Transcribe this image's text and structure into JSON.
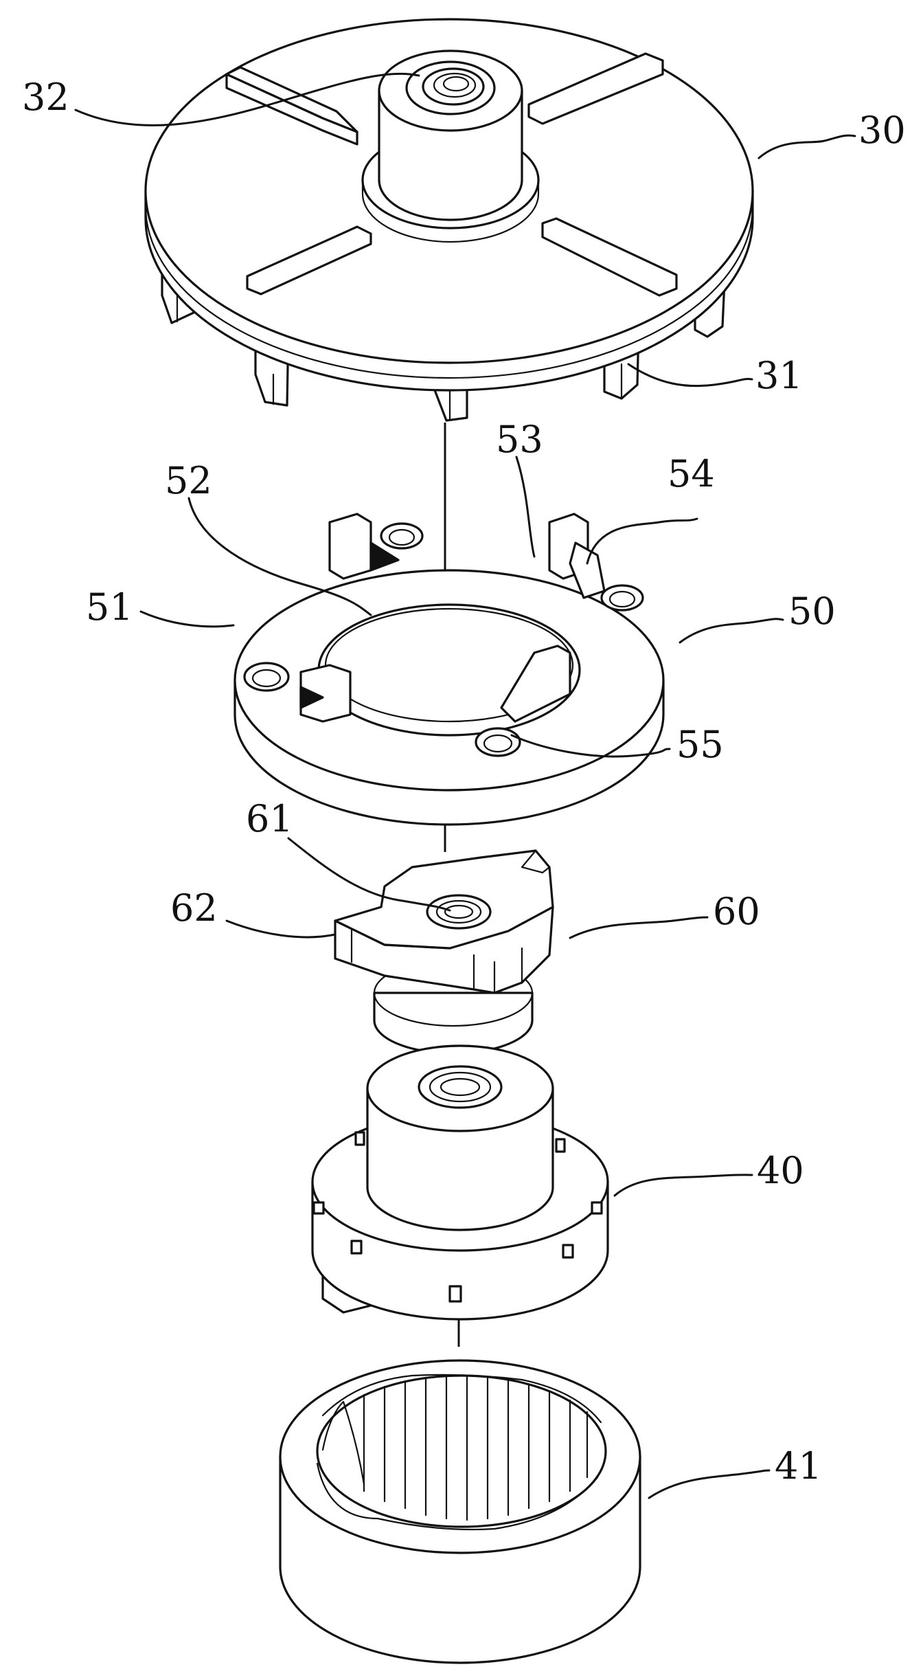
{
  "figure": {
    "labels": {
      "l30": "30",
      "l31": "31",
      "l32": "32",
      "l40": "40",
      "l41": "41",
      "l50": "50",
      "l51": "51",
      "l52": "52",
      "l53": "53",
      "l54": "54",
      "l55": "55",
      "l60": "60",
      "l61": "61",
      "l62": "62"
    }
  }
}
